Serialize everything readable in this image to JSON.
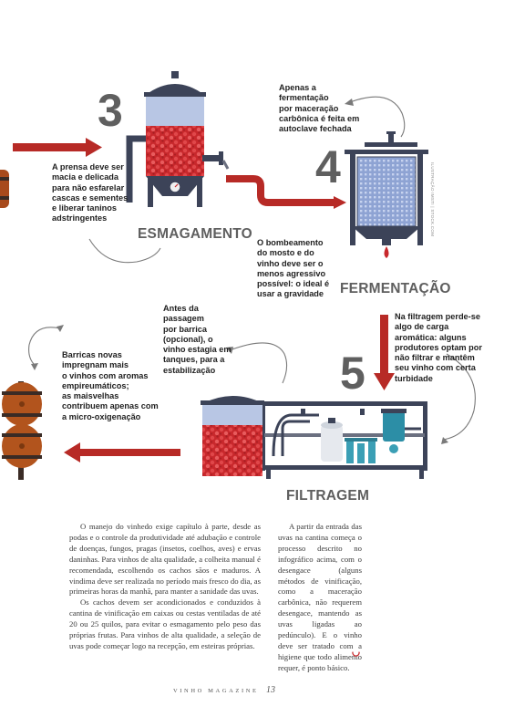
{
  "steps": [
    {
      "number": "3",
      "name": "ESMAGAMENTO"
    },
    {
      "number": "4",
      "name": "FERMENTAÇÃO"
    },
    {
      "number": "5",
      "name": "FILTRAGEM"
    }
  ],
  "notes": {
    "prensa": [
      "A prensa deve ser",
      "macia e delicada",
      "para não esfarelar",
      "cascas  e sementes",
      "e liberar taninos",
      "adstringentes"
    ],
    "maceracao": [
      "Apenas a",
      "fermentação",
      "por maceração",
      "carbônica é feita em",
      "autoclave fechada"
    ],
    "bombeamento": [
      "O bombeamento",
      "do mosto e do",
      "vinho deve ser o",
      "menos agressivo",
      "possível: o ideal é",
      "usar a gravidade"
    ],
    "filtragem": [
      "Na filtragem perde-se",
      "algo de carga",
      "aromática: alguns",
      "produtores optam por",
      "não filtrar e mantêm",
      "seu vinho com certa",
      "turbidade"
    ],
    "estagio": [
      "Antes da",
      "passagem",
      "por barrica",
      "(opcional), o",
      "vinho estagia em",
      "tanques, para a",
      "estabilização"
    ],
    "barricas": [
      "Barricas novas",
      "impregnam mais",
      "o vinhos com aromas",
      "empireumáticos;",
      "as maisvelhas",
      "contribuem apenas com",
      "a micro-oxigenação"
    ]
  },
  "credit": "ILUSTRAÇÃO IMSTI | STOCK.COM",
  "article": {
    "col1": [
      "O manejo do vinhedo exige capítulo à parte, desde as podas e o controle da produtividade até adubação e controle de doenças, fungos, pragas (insetos, coelhos, aves) e ervas daninhas. Para vinhos de alta qualidade, a colheita manual é recomendada, escolhendo os cachos sãos e maduros. A vindima deve ser realizada no período mais fresco do dia, as primeiras horas da manhã, para manter a sanidade das uvas.",
      "Os cachos devem ser acondicionados e conduzidos à cantina de vinificação em caixas ou cestas ventiladas de até 20 ou 25 quilos, para evitar o esmagamento pelo peso das próprias frutas. Para vinhos de alta qualidade, a seleção de uvas pode começar logo na recepção, em esteiras próprias."
    ],
    "col2": [
      "A partir da entrada das uvas na cantina começa o processo descrito no infográfico acima, com o desengace (alguns métodos de vinificação, como a maceração carbônica, não requerem desengace, mantendo as uvas ligadas ao pedúnculo). E o vinho deve ser tratado com a higiene que todo alimento requer, é ponto básico."
    ]
  },
  "footer": {
    "magazine": "VINHO MAGAZINE",
    "page": "13"
  },
  "colors": {
    "wine_red": "#c8282c",
    "arrow_red": "#b72a26",
    "dark_steel": "#3c4358",
    "stage_gray": "#5f5f5f",
    "tank_blue": "#b8c6e4"
  }
}
